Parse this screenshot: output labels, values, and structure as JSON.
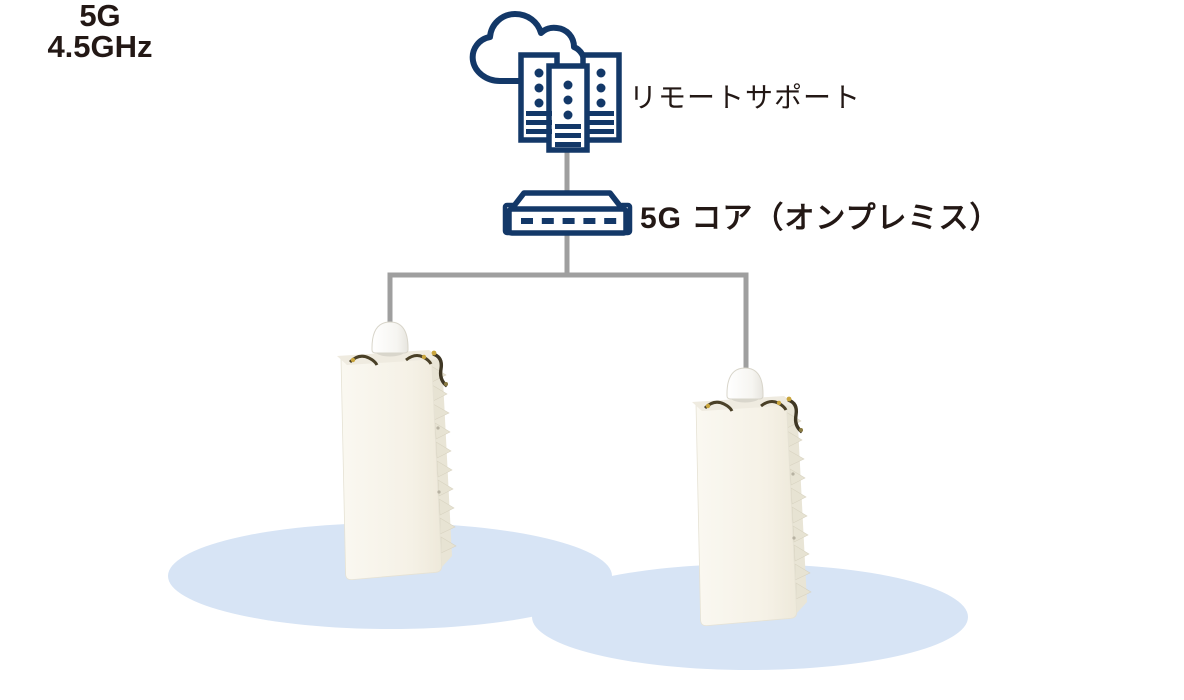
{
  "diagram": {
    "type": "network-topology",
    "nodes": {
      "remote_support": {
        "label": "リモートサポート",
        "icon": "cloud-servers-icon"
      },
      "core": {
        "label": "5G コア（オンプレミス）",
        "icon": "network-switch-icon"
      },
      "base_station_left": {
        "icon": "base-station-photo"
      },
      "base_station_right": {
        "icon": "base-station-photo"
      }
    },
    "link_label": {
      "line1": "5G",
      "line2": "4.5GHz"
    },
    "colors": {
      "icon_navy": "#133868",
      "connector_gray": "#9f9f9f",
      "coverage_blue": "#d7e4f5",
      "label_dark": "#231815",
      "background": "#ffffff"
    }
  }
}
